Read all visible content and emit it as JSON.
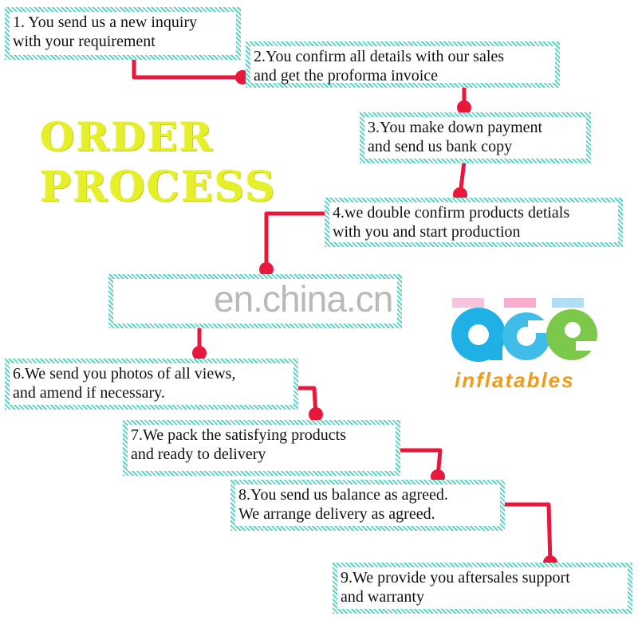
{
  "title": {
    "line1": "ORDER",
    "line2": "PROCESS"
  },
  "steps": [
    "1. You send us a new inquiry\n with your requirement",
    "2.You confirm all details with our sales\nand get the proforma invoice",
    "3.You make down payment\nand send us bank copy",
    "4.we double confirm products detials\nwith you and start production",
    "",
    "6.We send you photos of all views,\n and amend if necessary.",
    "7.We pack the satisfying products\nand ready to delivery",
    "8.You send us balance as agreed.\nWe arrange delivery as agreed.",
    "9.We provide you aftersales support\nand warranty"
  ],
  "watermark": "en.china.cn",
  "logo": {
    "letters": "age",
    "tagline": "inflatables"
  },
  "colors": {
    "connector": "#e8173c",
    "title": "#e6f02a",
    "border": "#5fd3c3",
    "logo_a": "#1fb1e6",
    "logo_g": "#3fbce8",
    "logo_e": "#7cc84a",
    "tagline": "#f39a17"
  }
}
